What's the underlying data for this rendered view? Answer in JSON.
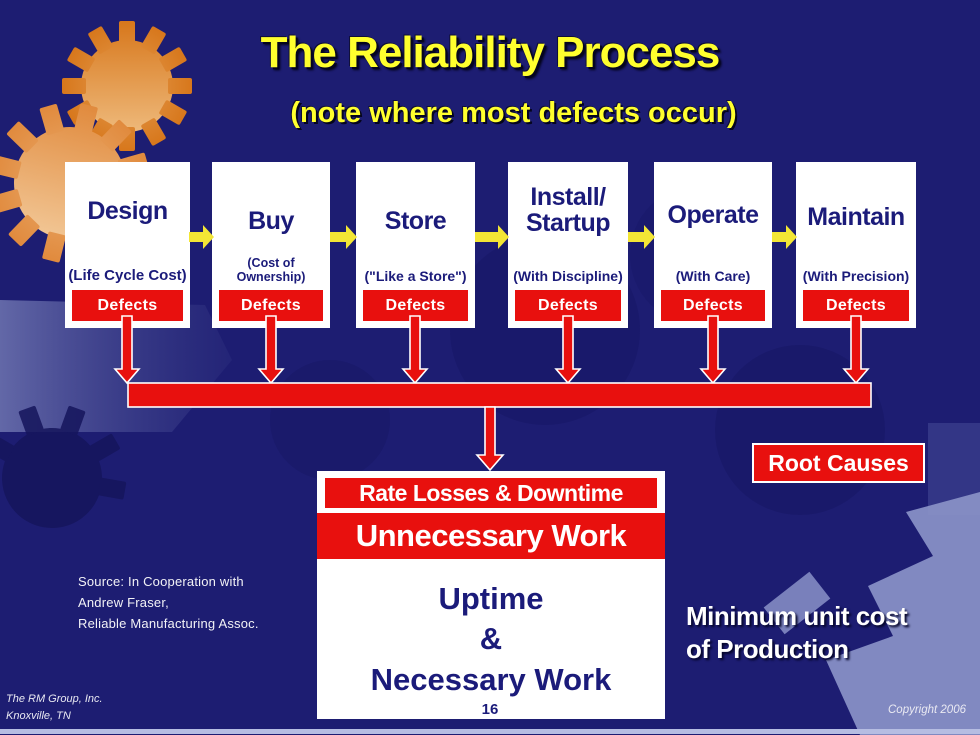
{
  "title": "The Reliability Process",
  "subtitle": "(note where most defects occur)",
  "stages": [
    {
      "name": "Design",
      "caption": "(Life Cycle Cost)",
      "defects_label": "Defects"
    },
    {
      "name": "Buy",
      "caption": "(Cost of Ownership)",
      "defects_label": "Defects"
    },
    {
      "name": "Store",
      "caption": "(\"Like a Store\")",
      "defects_label": "Defects"
    },
    {
      "name": "Install/\nStartup",
      "caption": "(With Discipline)",
      "defects_label": "Defects"
    },
    {
      "name": "Operate",
      "caption": "(With Care)",
      "defects_label": "Defects"
    },
    {
      "name": "Maintain",
      "caption": "(With Precision)",
      "defects_label": "Defects"
    }
  ],
  "root_causes_label": "Root Causes",
  "bottom_box": {
    "header": "Rate Losses & Downtime",
    "band": "Unnecessary Work",
    "body": "Uptime\n&\nNecessary Work"
  },
  "min_unit_cost": "Minimum unit cost\nof Production",
  "source_note": "Source: In Cooperation with\nAndrew Fraser,\nReliable Manufacturing Assoc.",
  "footer": {
    "company": "The RM Group, Inc.\nKnoxville, TN",
    "page_number": "16",
    "copyright": "Copyright 2006"
  },
  "colors": {
    "background_navy": "#1d1d72",
    "box_red": "#e8100e",
    "arrow_yellow": "#f3e635",
    "title_yellow": "#ffff2e",
    "stage_text_navy": "#1b1b7a",
    "gear_orange": "#d67417",
    "watermark_periwinkle": "#8a92c8"
  }
}
